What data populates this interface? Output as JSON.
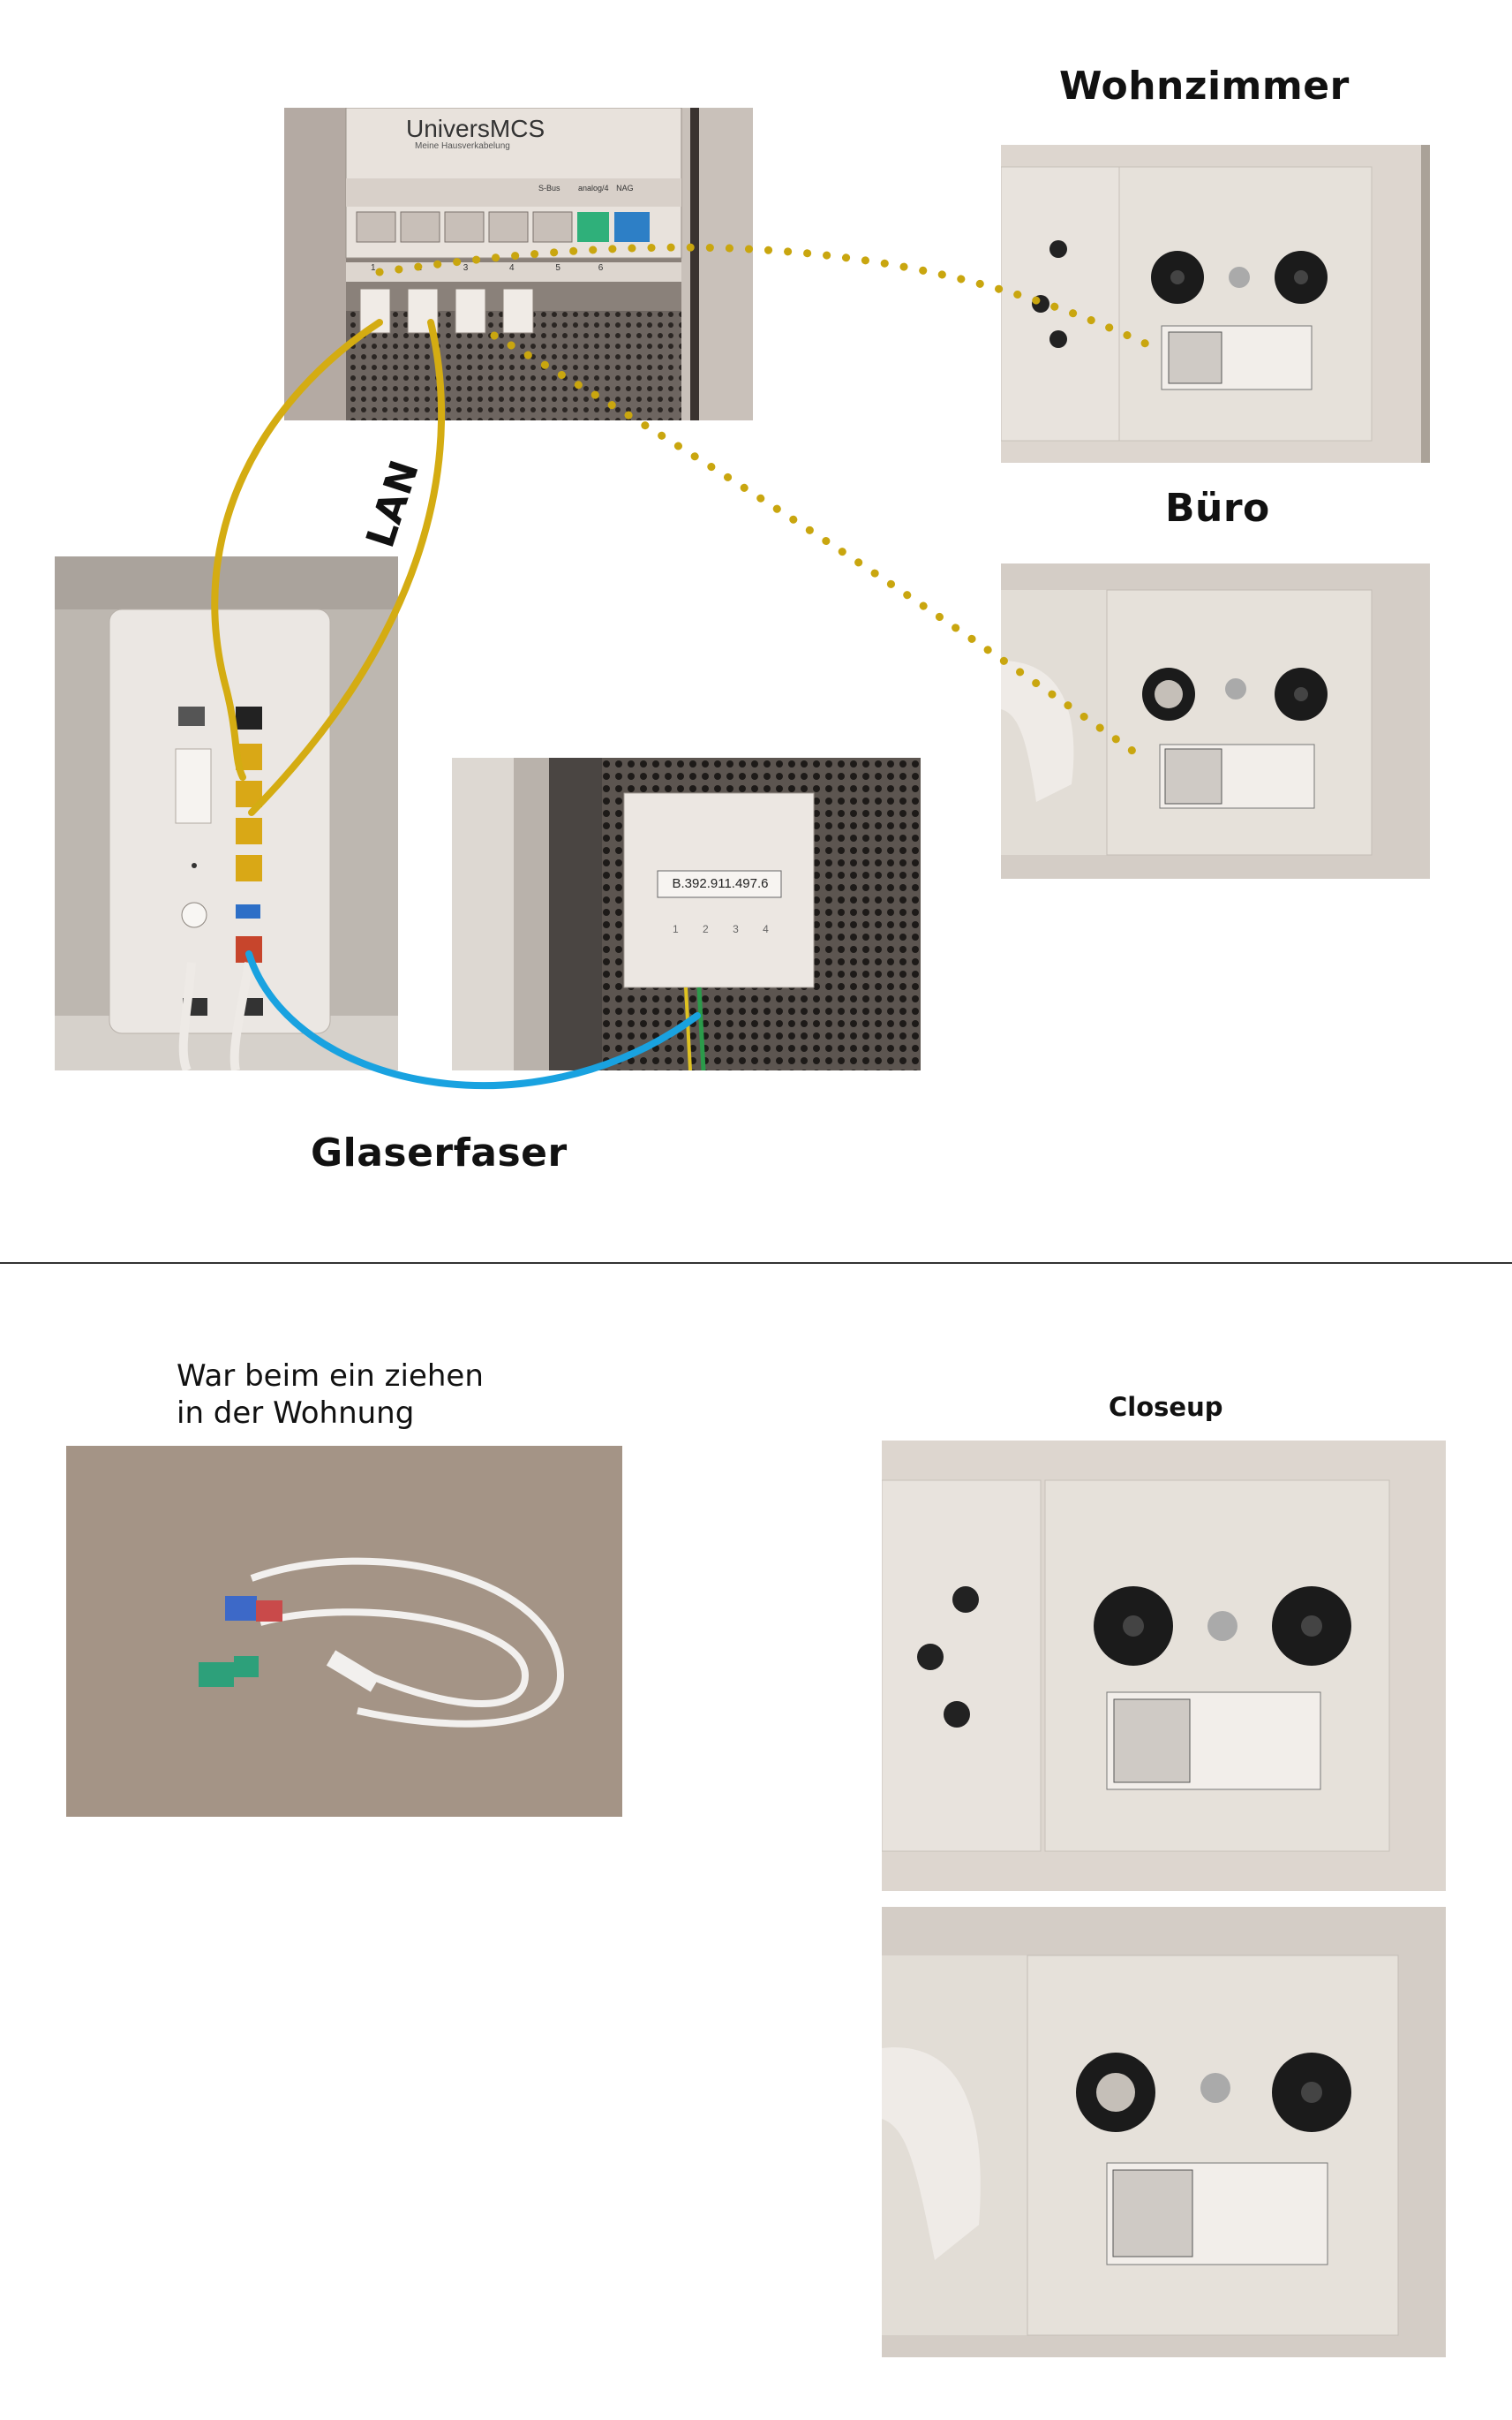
{
  "diagram": {
    "labels": {
      "wohnzimmer": "Wohnzimmer",
      "buero": "Büro",
      "lan": "LAN",
      "glasfaser": "Glaserfaser",
      "einzug_line1": "War beim ein ziehen",
      "einzug_line2": "in der Wohnung",
      "closeup": "Closeup"
    },
    "panel": {
      "brand": "UniversMCS",
      "brand_sub": "Meine Hausverkabelung",
      "port_labels": [
        "1",
        "2",
        "3",
        "4",
        "5",
        "6"
      ],
      "top_labels": [
        "S-Bus",
        "analog/4",
        "NAG"
      ]
    },
    "fiber_box": {
      "id_label": "B.392.911.497.6",
      "ports": [
        "1",
        "2",
        "3",
        "4"
      ]
    },
    "colors": {
      "lan_line": "#d4ac12",
      "fiber_line": "#19a2e0",
      "dotted_line": "#c9a60f",
      "wall_plate": "#e6e1da"
    }
  }
}
